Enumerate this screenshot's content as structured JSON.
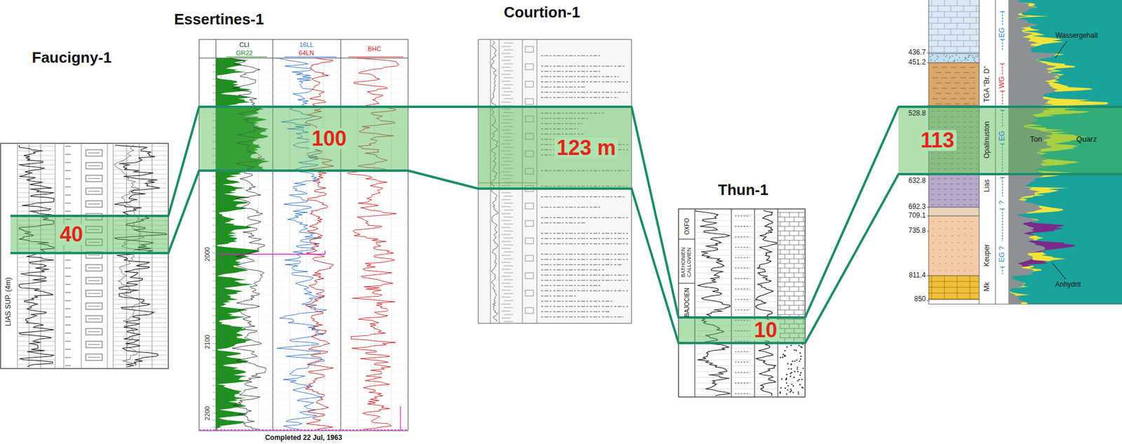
{
  "diagram": {
    "nodes": [
      {
        "text": [
          "40"
        ]
      },
      {
        "text": [
          "100"
        ]
      },
      {
        "text": [
          "123 m"
        ]
      },
      {
        "text": [
          "10"
        ]
      },
      {
        "text": [
          "113"
        ]
      }
    ],
    "edges": [
      {
        "from": 0,
        "to": 1,
        "arrow": "none"
      },
      {
        "from": 0,
        "to": 1,
        "arrow": "none"
      },
      {
        "from": 1,
        "to": 2,
        "arrow": "none"
      },
      {
        "from": 1,
        "to": 2,
        "arrow": "none"
      },
      {
        "from": 2,
        "to": 3,
        "arrow": "none"
      },
      {
        "from": 2,
        "to": 3,
        "arrow": "none"
      },
      {
        "from": 3,
        "to": 4,
        "arrow": "none"
      },
      {
        "from": 3,
        "to": 4,
        "arrow": "none"
      }
    ],
    "labels": [
      "Faucigny-1",
      "Essertines-1",
      "Courtion-1",
      "Thun-1",
      "LIAS SUP. (4m)",
      "CLI",
      "GR22",
      "16LL",
      "64LN",
      "BHC",
      "2000",
      "2100",
      "2200",
      "Completed 22 Jul, 1963",
      "OXFO",
      "BATHONIEN CALLOVIEN",
      "BAJOCIEN",
      "436.7",
      "451.2",
      "528.8",
      "632.8",
      "692.3",
      "709.1",
      "735.8",
      "811.4",
      "850",
      "TGA \"Br. D\"",
      "Opalinuston",
      "Lias",
      "Keuper",
      "Mk",
      "EG",
      "WG",
      "EG",
      "?",
      "EG ?",
      "Wassergehalt",
      "Ton",
      "Quarz",
      "Anhydrit"
    ]
  }
}
